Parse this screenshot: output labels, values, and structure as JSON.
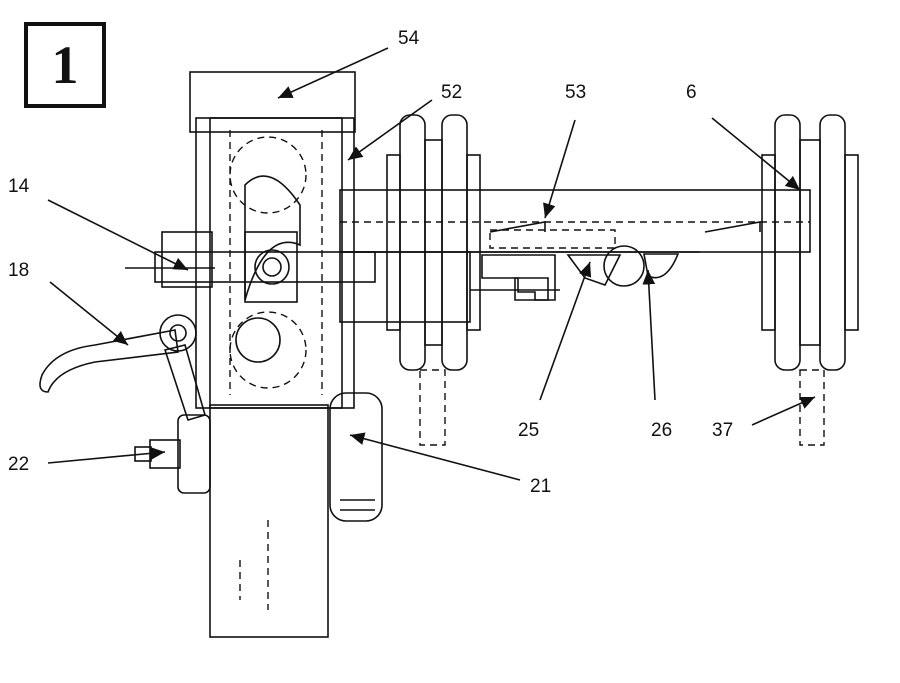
{
  "figure_number": "1",
  "colors": {
    "green": "#7fe03a",
    "yellow": "#f7e86a",
    "red": "#e01f1f",
    "blue": "#3f86e6",
    "outline": "#111111"
  },
  "callouts": {
    "c54": "54",
    "c52": "52",
    "c53": "53",
    "c6": "6",
    "c14": "14",
    "c18": "18",
    "c22": "22",
    "c21": "21",
    "c25": "25",
    "c26": "26",
    "c37": "37"
  }
}
